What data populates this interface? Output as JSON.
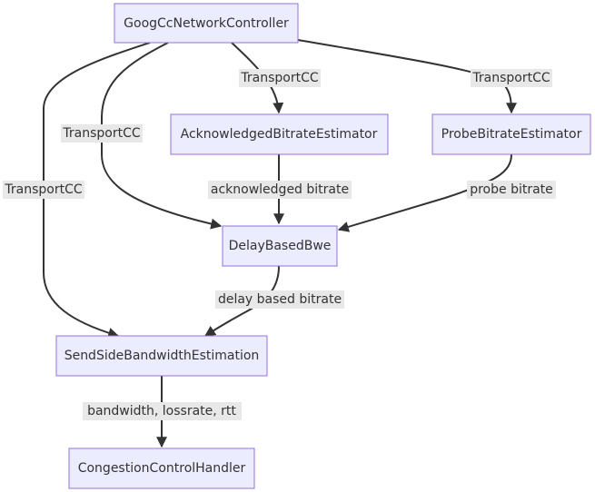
{
  "nodes": {
    "goog": "GoogCcNetworkController",
    "ack": "AcknowledgedBitrateEstimator",
    "probe": "ProbeBitrateEstimator",
    "delay": "DelayBasedBwe",
    "send": "SendSideBandwidthEstimation",
    "cong": "CongestionControlHandler"
  },
  "edges": {
    "goog_ack": "TransportCC",
    "goog_probe": "TransportCC",
    "goog_delay": "TransportCC",
    "goog_send": "TransportCC",
    "ack_delay": "acknowledged bitrate",
    "probe_delay": "probe bitrate",
    "delay_send": "delay based bitrate",
    "send_cong": "bandwidth, lossrate, rtt"
  },
  "colors": {
    "node_fill": "#ececff",
    "node_stroke": "#9370db",
    "edge": "#333333",
    "label_bg": "#e8e8e8",
    "text": "#333333"
  }
}
